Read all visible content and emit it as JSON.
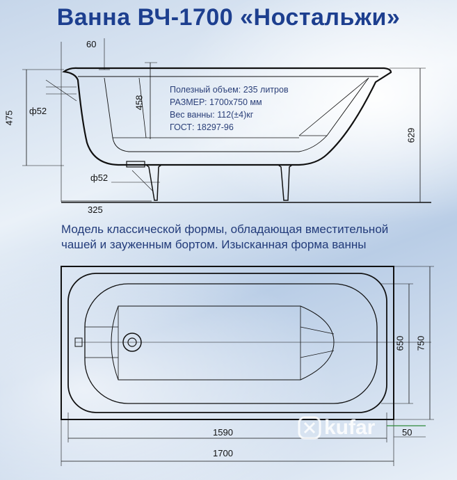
{
  "title": "Ванна ВЧ-1700 «Ностальжи»",
  "specs": {
    "volume": "Полезный объем: 235 литров",
    "size": "РАЗМЕР: 1700х750 мм",
    "weight": "Вес ванны: 112(±4)кг",
    "gost": "ГОСТ: 18297-96"
  },
  "description": {
    "line1": "Модель классической формы, обладающая вместительной",
    "line2": "чашей и зауженным бортом. Изысканная форма ванны"
  },
  "dimensions": {
    "rim_height": "60",
    "bowl_depth": "458",
    "drain_height": "475",
    "drain_diameter_top": "ф52",
    "drain_diameter_bottom": "ф52",
    "total_height": "629",
    "leg_offset": "325",
    "inner_width": "650",
    "outer_width": "750",
    "inner_length": "1590",
    "side_offset": "50",
    "total_length": "1700"
  },
  "watermark": "kufar",
  "colors": {
    "title": "#1d3f8f",
    "text": "#223b7a",
    "line": "#111111",
    "accent_line": "#2d8a3a"
  }
}
